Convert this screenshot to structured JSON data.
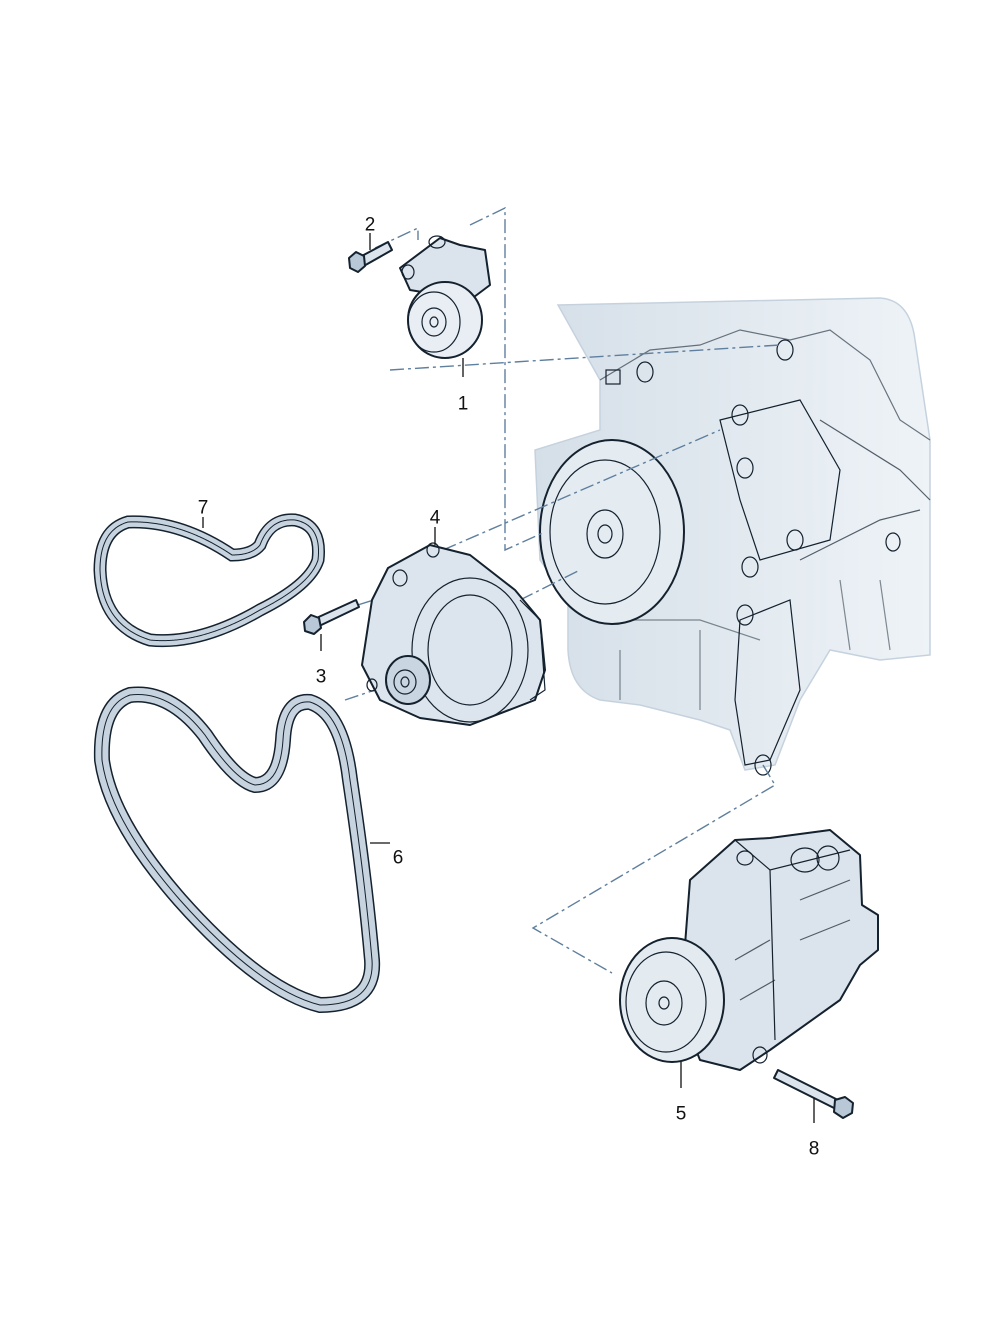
{
  "diagram": {
    "callouts": [
      {
        "id": "1",
        "label": "1"
      },
      {
        "id": "2",
        "label": "2"
      },
      {
        "id": "3",
        "label": "3"
      },
      {
        "id": "4",
        "label": "4"
      },
      {
        "id": "5",
        "label": "5"
      },
      {
        "id": "6",
        "label": "6"
      },
      {
        "id": "7",
        "label": "7"
      },
      {
        "id": "8",
        "label": "8"
      }
    ]
  },
  "colors": {
    "outline": "#14212e",
    "part_fill": "#dde6ee",
    "shade": "#b9c8d6",
    "engine_fill": "#e6edf3",
    "dash_line": "#5f7f9e"
  }
}
